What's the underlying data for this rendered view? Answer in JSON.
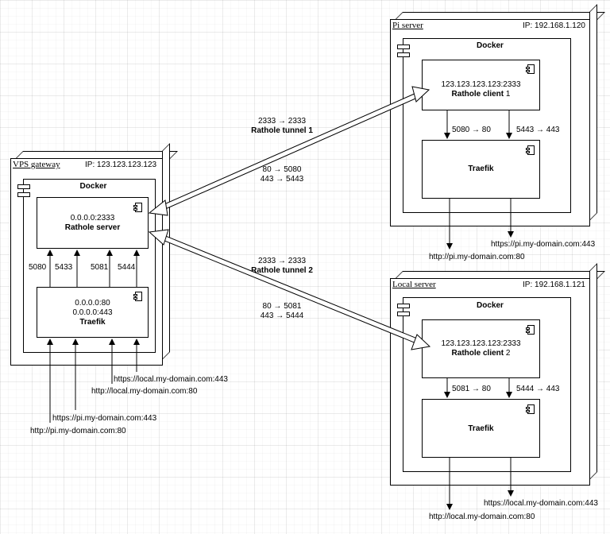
{
  "vps": {
    "title": "VPS gateway",
    "ip": "IP: 123.123.123.123",
    "docker": "Docker",
    "server_addr": "0.0.0.0:2333",
    "server_name": "Rathole server",
    "traefik_addr1": "0.0.0.0:80",
    "traefik_addr2": "0.0.0.0:443",
    "traefik_name": "Traefik",
    "ports": [
      "5080",
      "5433",
      "5081",
      "5444"
    ],
    "inbound": [
      "https://local.my-domain.com:443",
      "http://local.my-domain.com:80",
      "https://pi.my-domain.com:443",
      "http://pi.my-domain.com:80"
    ]
  },
  "tunnel1": {
    "ports": "2333 → 2333",
    "name": "Rathole tunnel 1",
    "map1": "80 → 5080",
    "map2": "443 → 5443"
  },
  "tunnel2": {
    "ports": "2333 → 2333",
    "name": "Rathole tunnel 2",
    "map1": "80 → 5081",
    "map2": "443 → 5444"
  },
  "pi": {
    "title": "Pi server",
    "ip": "IP: 192.168.1.120",
    "docker": "Docker",
    "client_addr": "123.123.123.123:2333",
    "client_name": "Rathole client",
    "client_num": "1",
    "port_left": "5080 → 80",
    "port_right": "5443 → 443",
    "traefik_name": "Traefik",
    "out_https": "https://pi.my-domain.com:443",
    "out_http": "http://pi.my-domain.com:80"
  },
  "local": {
    "title": "Local server",
    "ip": "IP: 192.168.1.121",
    "docker": "Docker",
    "client_addr": "123.123.123.123:2333",
    "client_name": "Rathole client",
    "client_num": "2",
    "port_left": "5081 → 80",
    "port_right": "5444 → 443",
    "traefik_name": "Traefik",
    "out_https": "https://local.my-domain.com:443",
    "out_http": "http://local.my-domain.com:80"
  }
}
